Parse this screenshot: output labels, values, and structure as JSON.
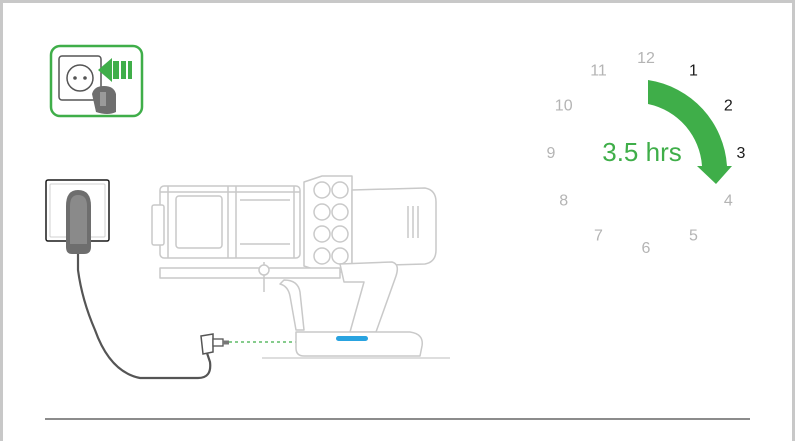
{
  "clock": {
    "numbers": [
      "12",
      "1",
      "2",
      "3",
      "4",
      "5",
      "6",
      "7",
      "8",
      "9",
      "10",
      "11"
    ],
    "highlighted": [
      "1",
      "2",
      "3"
    ],
    "charge_hours": 3.5,
    "duration_label": "3.5 hrs"
  },
  "colors": {
    "accent_green": "#3fae49",
    "led_blue": "#29a3e0",
    "line_gray": "#c9c9c9",
    "frame_gray": "#c8c8c8"
  },
  "icons": {
    "plug_in_badge": "plug-into-wall-socket-icon",
    "wall_socket": "wall-socket-icon",
    "charger": "charger-plug-icon",
    "vacuum": "handheld-vacuum-icon"
  }
}
